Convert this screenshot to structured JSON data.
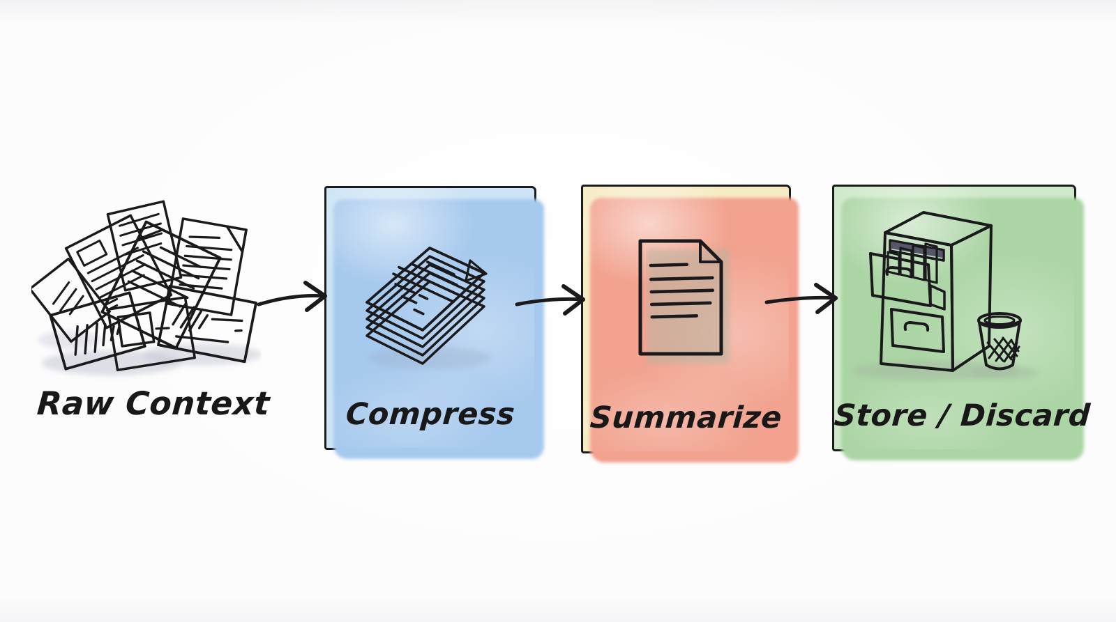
{
  "page": {
    "background": "#fcfcfd",
    "ink_color": "#1a1a1c"
  },
  "diagram": {
    "type": "flow",
    "direction": "left-to-right",
    "nodes": [
      {
        "id": "raw-context",
        "label": "Raw Context",
        "kind": "illustration",
        "icon": "paper-pile-icon",
        "paper_colors": [
          "#ffffff",
          "#cfe3f4",
          "#d6edd3",
          "#f1af9b",
          "#f6e194"
        ]
      },
      {
        "id": "compress",
        "label": "Compress",
        "kind": "stage-box",
        "icon": "paper-stack-icon",
        "fill": "#cde4f6",
        "shadow": "#a6c9ee",
        "stack_sheet_colors": [
          "#ffffff",
          "#e9e9f4",
          "#d7ecca",
          "#f0e9c8",
          "#ddd7ea"
        ]
      },
      {
        "id": "summarize",
        "label": "Summarize",
        "kind": "stage-box",
        "icon": "document-icon",
        "fill": "#f6ecc3",
        "shadow": "#f2a28e"
      },
      {
        "id": "store-discard",
        "label": "Store / Discard",
        "kind": "stage-box",
        "icon": "filing-cabinet-icon, trash-can-icon",
        "fill": "#d0e9ca",
        "shadow": "#abd5a4",
        "cabinet_color": "#dfdcee"
      }
    ],
    "arrows": [
      {
        "from": "raw-context",
        "to": "compress"
      },
      {
        "from": "compress",
        "to": "summarize"
      },
      {
        "from": "summarize",
        "to": "store-discard"
      }
    ]
  }
}
